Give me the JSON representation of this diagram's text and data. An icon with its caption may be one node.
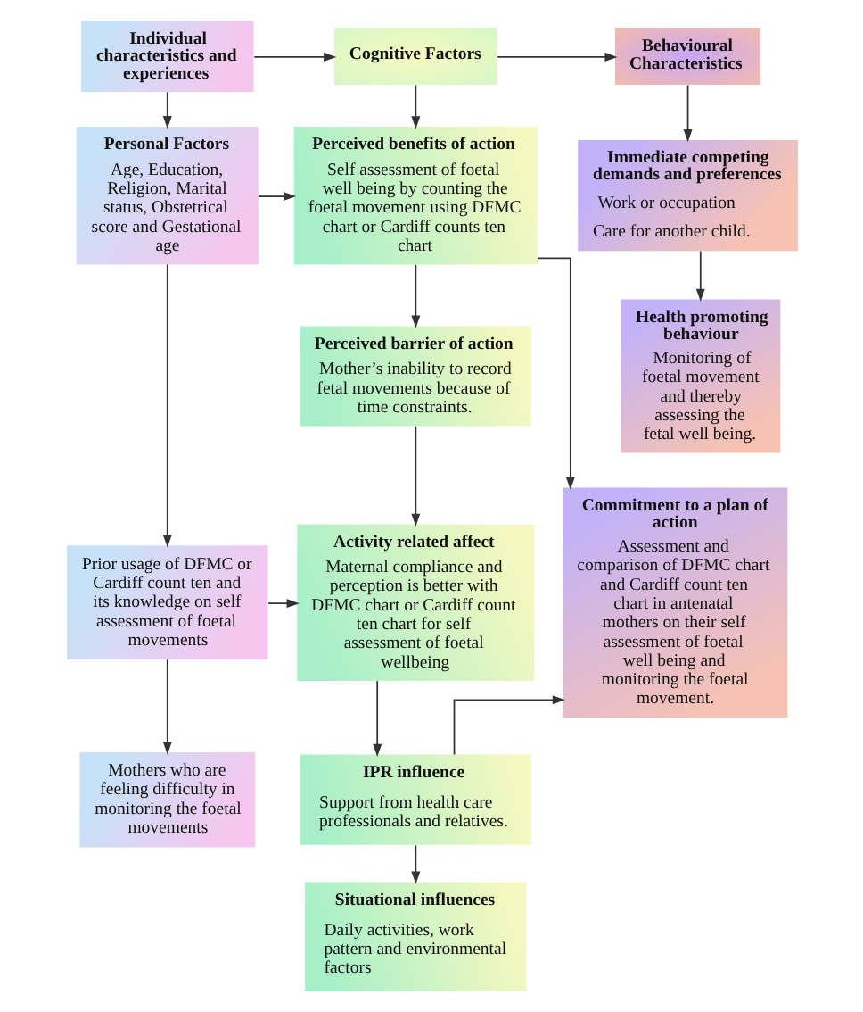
{
  "diagram": {
    "nodes": [
      {
        "text": [
          "Individual characteristics and experiences"
        ]
      },
      {
        "text": [
          "Cognitive Factors"
        ]
      },
      {
        "text": [
          "Behavioural Characteristics"
        ]
      },
      {
        "text": [
          "Personal Factors",
          "Age, Education, Religion, Marital status, Obstetrical score and Gestational age"
        ]
      },
      {
        "text": [
          "Perceived benefits of action",
          "Self assessment of foetal well being by counting the foetal movement using DFMC chart or Cardiff counts ten chart"
        ]
      },
      {
        "text": [
          "Immediate competing demands and preferences",
          "Work or occupation",
          "Care for another child."
        ]
      },
      {
        "text": [
          "Perceived barrier of action",
          "Mother’s inability to record fetal movements because of time constraints."
        ]
      },
      {
        "text": [
          "Prior usage of DFMC or Cardiff count ten and its knowledge on self assessment of foetal movements"
        ]
      },
      {
        "text": [
          "Activity related affect",
          "Maternal compliance and perception is better with DFMC chart or Cardiff count ten chart for self assessment of foetal wellbeing"
        ]
      },
      {
        "text": [
          "Commitment to a plan of action",
          "Assessment and comparison of DFMC chart and Cardiff count ten chart in antenatal mothers on their self assessment of foetal well being and monitoring the foetal movement."
        ]
      },
      {
        "text": [
          "Health promoting behaviour",
          "Monitoring of foetal movement and thereby assessing the fetal well being."
        ]
      },
      {
        "text": [
          "Mothers who are feeling difficulty in monitoring the foetal movements"
        ]
      },
      {
        "text": [
          "IPR influence",
          "Support from health care professionals and relatives."
        ]
      },
      {
        "text": [
          "Situational influences",
          "Daily activities, work pattern and environmental factors"
        ]
      }
    ],
    "edges": [
      {
        "from": 0,
        "to": 1,
        "arrow": "to"
      },
      {
        "from": 1,
        "to": 2,
        "arrow": "to"
      },
      {
        "from": 0,
        "to": 3,
        "arrow": "to"
      },
      {
        "from": 1,
        "to": 4,
        "arrow": "to"
      },
      {
        "from": 2,
        "to": 5,
        "arrow": "to"
      },
      {
        "from": 3,
        "to": 4,
        "arrow": "to"
      },
      {
        "from": 4,
        "to": 9,
        "arrow": "to"
      },
      {
        "from": 4,
        "to": 6,
        "arrow": "to"
      },
      {
        "from": 5,
        "to": 10,
        "arrow": "to"
      },
      {
        "from": 3,
        "to": 7,
        "arrow": "to"
      },
      {
        "from": 6,
        "to": 8,
        "arrow": "to"
      },
      {
        "from": 7,
        "to": 8,
        "arrow": "to"
      },
      {
        "from": 7,
        "to": 11,
        "arrow": "to"
      },
      {
        "from": 8,
        "to": 12,
        "arrow": "to"
      },
      {
        "from": 12,
        "to": 9,
        "arrow": "to"
      },
      {
        "from": 12,
        "to": 13,
        "arrow": "to"
      }
    ]
  }
}
